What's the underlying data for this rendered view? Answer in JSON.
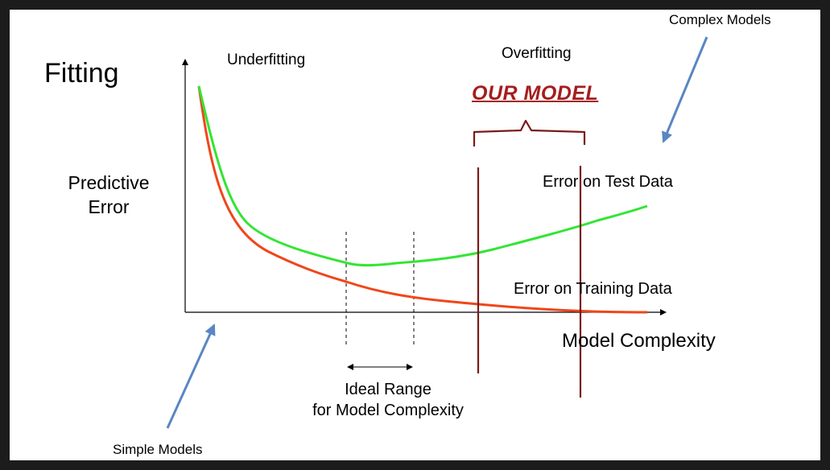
{
  "title": "Fitting",
  "labels": {
    "underfitting": "Underfitting",
    "overfitting": "Overfitting",
    "complex_models": "Complex Models",
    "simple_models": "Simple Models",
    "predictive_error_line1": "Predictive",
    "predictive_error_line2": "Error",
    "test_error": "Error on Test Data",
    "training_error": "Error on Training Data",
    "model_complexity": "Model Complexity",
    "ideal_range_line1": "Ideal Range",
    "ideal_range_line2": "for Model Complexity",
    "our_model": "OUR MODEL"
  },
  "colors": {
    "test_curve": "#33e533",
    "training_curve": "#f0461a",
    "our_model_annotation": "#7a1a1a",
    "our_model_text": "#a51d1d",
    "arrow": "#5a86c2",
    "axis": "#000000",
    "background": "#ffffff",
    "frame": "#1c1c1c"
  }
}
